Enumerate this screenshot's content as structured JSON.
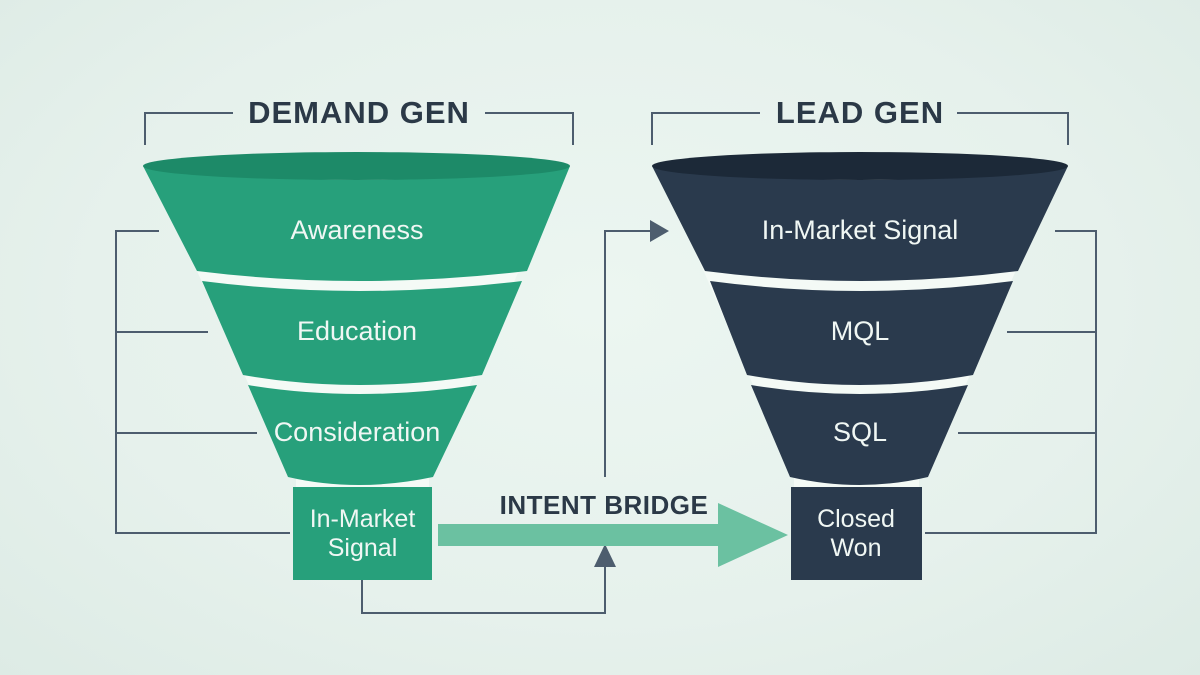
{
  "diagram": {
    "type": "funnel-comparison",
    "bridge_label": "INTENT BRIDGE"
  },
  "demand_funnel": {
    "title": "DEMAND GEN",
    "stages": [
      {
        "label": "Awareness"
      },
      {
        "label": "Education"
      },
      {
        "label": "Consideration"
      },
      {
        "label": "In-Market Signal"
      }
    ]
  },
  "lead_funnel": {
    "title": "LEAD GEN",
    "stages": [
      {
        "label": "In-Market Signal"
      },
      {
        "label": "MQL"
      },
      {
        "label": "SQL"
      },
      {
        "label": "Closed Won"
      }
    ]
  },
  "bridge": {
    "label": "INTENT BRIDGE"
  },
  "colors": {
    "background": "#e6f1ec",
    "demand_green": "#27a07b",
    "demand_green_dark": "#1d8a68",
    "lead_navy": "#2a3a4d",
    "lead_navy_dark": "#1c2938",
    "bridge_green": "#6bc1a1",
    "connector_line": "#4d5d6e",
    "title_text": "#2b3947",
    "funnel_text": "#f0f7f4",
    "gap_white": "#f4faf6"
  }
}
